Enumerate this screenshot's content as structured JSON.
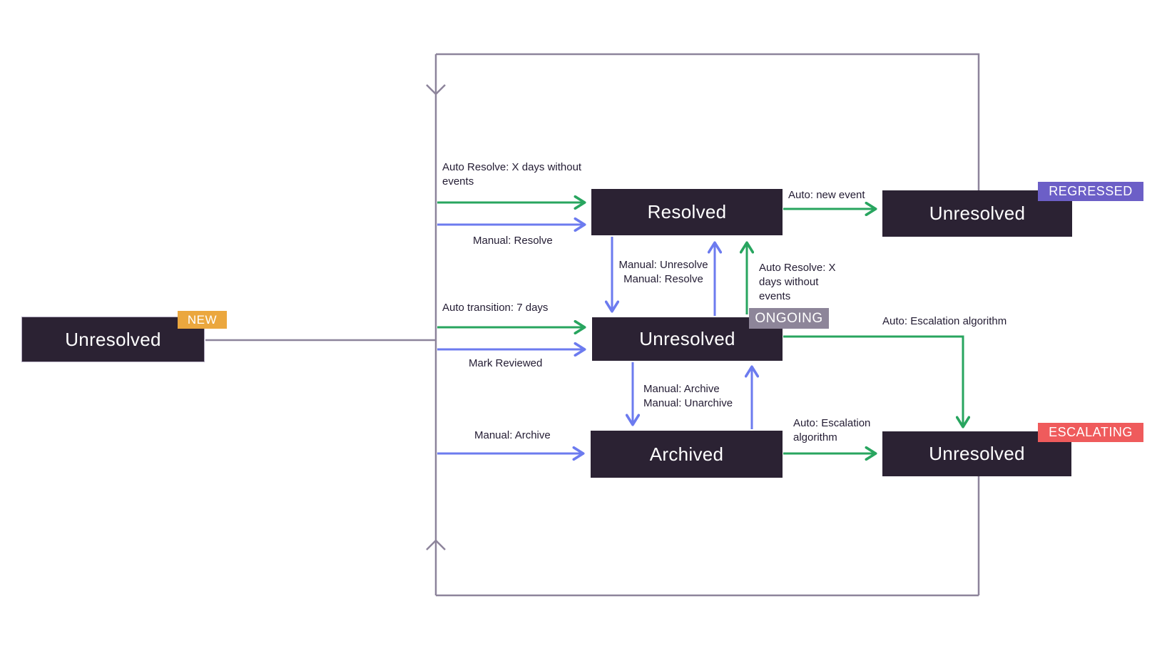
{
  "states": {
    "new": {
      "label": "Unresolved",
      "badge": "NEW"
    },
    "resolved": {
      "label": "Resolved"
    },
    "ongoing": {
      "label": "Unresolved",
      "badge": "ONGOING"
    },
    "archived": {
      "label": "Archived"
    },
    "regressed": {
      "label": "Unresolved",
      "badge": "REGRESSED"
    },
    "escalating": {
      "label": "Unresolved",
      "badge": "ESCALATING"
    }
  },
  "transitions": {
    "auto_resolve_left": "Auto Resolve: X days without events",
    "manual_resolve_left": "Manual: Resolve",
    "auto_transition_7_days": "Auto transition: 7 days",
    "mark_reviewed": "Mark Reviewed",
    "manual_archive_left": "Manual: Archive",
    "manual_unresolve": "Manual: Unresolve",
    "manual_resolve_mid": "Manual: Resolve",
    "auto_resolve_right": "Auto Resolve: X days without events",
    "manual_archive_mid": "Manual: Archive",
    "manual_unarchive_mid": "Manual: Unarchive",
    "auto_new_event": "Auto: new event",
    "auto_escalation_algorithm_top": "Auto: Escalation algorithm",
    "auto_escalation_algorithm_bottom": "Auto: Escalation algorithm"
  },
  "colors": {
    "green": "#28a55f",
    "blue": "#6c7bef",
    "loop": "#8d849b",
    "box": "#2b2233",
    "box_text": "#ffffff",
    "label": "#231c33",
    "badge_new": "#eba73e",
    "badge_ongoing": "#8d8599",
    "badge_regressed": "#6c5fc7",
    "badge_escalating": "#ef5b5c",
    "bg": "#ffffff"
  }
}
